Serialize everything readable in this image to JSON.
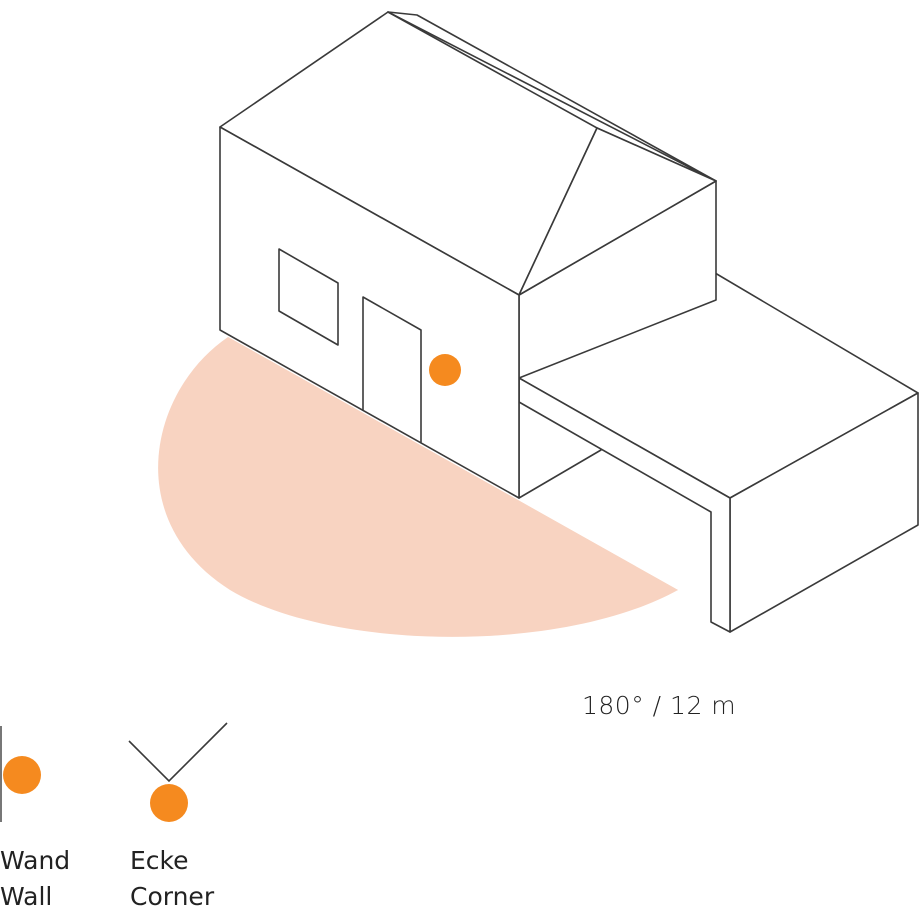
{
  "diagram": {
    "subject": "house-with-garage-isometric",
    "sensor": {
      "mount": "wall",
      "color": "#F58A1F"
    },
    "coverage": {
      "shape": "half-disc",
      "color": "#F8D3C1"
    },
    "line_color": "#3a3a3a"
  },
  "spec": {
    "label": "180° / 12 m",
    "angle": "180°",
    "range": "12 m"
  },
  "legend": {
    "items": [
      {
        "id": "wall",
        "label_de": "Wand",
        "label_en": "Wall",
        "icon": "wall-mount-icon"
      },
      {
        "id": "corner",
        "label_de": "Ecke",
        "label_en": "Corner",
        "icon": "corner-mount-icon"
      }
    ]
  }
}
